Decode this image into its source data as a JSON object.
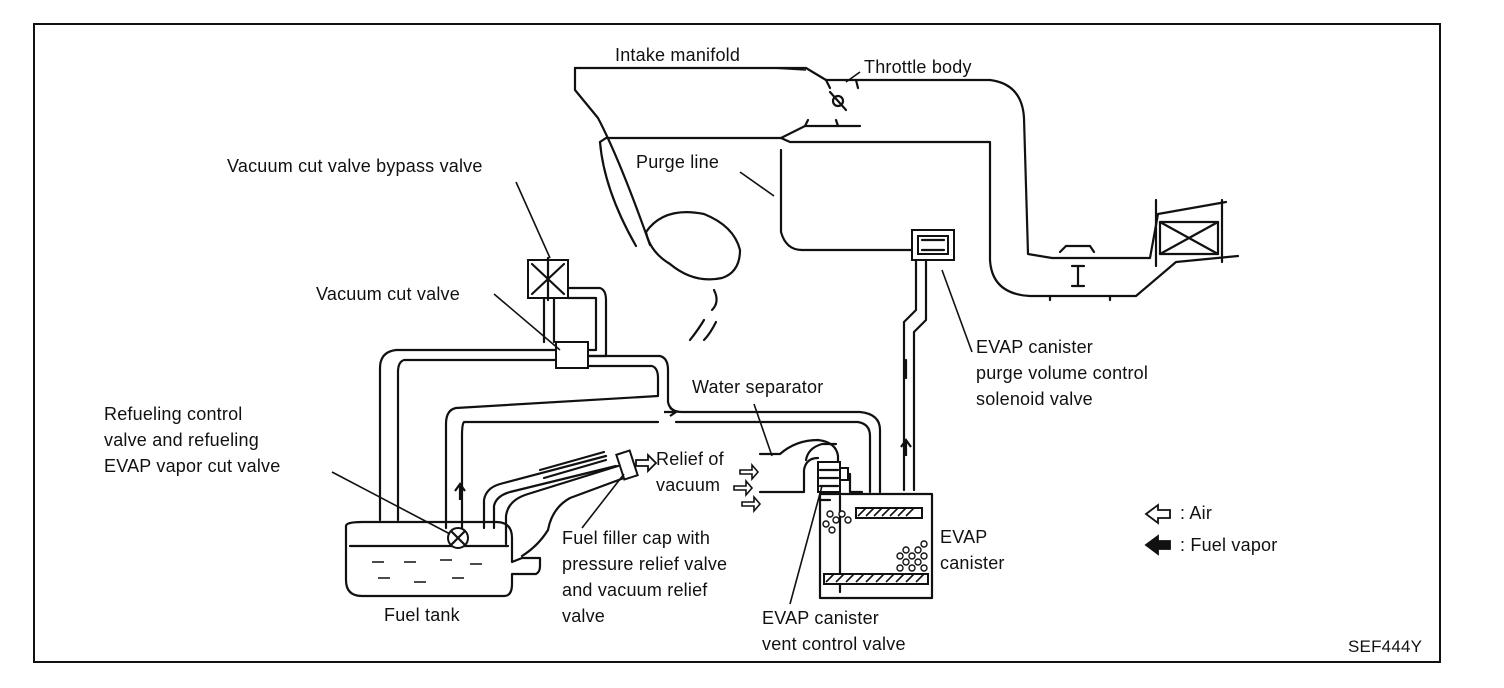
{
  "labels": {
    "intake_manifold": "Intake manifold",
    "throttle_body": "Throttle body",
    "purge_line": "Purge line",
    "vacuum_cut_valve_bypass_valve": "Vacuum cut valve bypass valve",
    "vacuum_cut_valve": "Vacuum cut valve",
    "water_separator": "Water separator",
    "refueling_control": [
      "Refueling control",
      "valve and refueling",
      "EVAP vapor cut valve"
    ],
    "relief_of_vacuum": [
      "Relief of",
      "vacuum"
    ],
    "evap_purge_solenoid": [
      "EVAP canister",
      "purge volume control",
      "solenoid valve"
    ],
    "fuel_filler_cap": [
      "Fuel filler cap with",
      "pressure relief valve",
      "and vacuum relief",
      "valve"
    ],
    "evap_canister": [
      "EVAP",
      "canister"
    ],
    "evap_vent_valve": [
      "EVAP canister",
      "vent control valve"
    ],
    "fuel_tank": "Fuel tank",
    "figure_code": "SEF444Y"
  },
  "legend": {
    "air": ": Air",
    "fuel_vapor": ": Fuel vapor",
    "air_icon": "hollow-arrow-left-icon",
    "fuel_vapor_icon": "solid-arrow-left-icon"
  }
}
